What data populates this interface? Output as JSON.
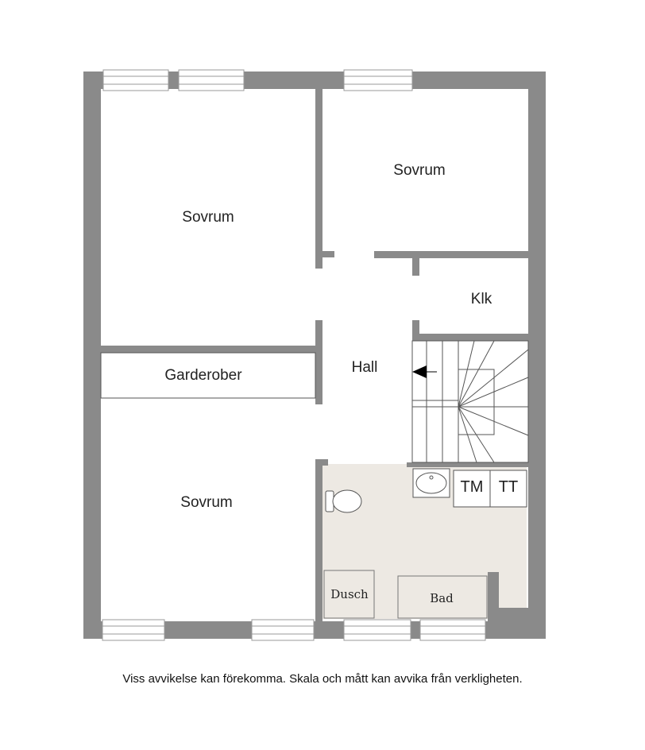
{
  "rooms": {
    "bedroom_left_top": "Sovrum",
    "bedroom_right_top": "Sovrum",
    "bedroom_left_bottom": "Sovrum",
    "closet": "Klk",
    "hall": "Hall",
    "wardrobes": "Garderober"
  },
  "bathroom": {
    "washing_machine": "TM",
    "dryer": "TT",
    "shower": "Dusch",
    "bathtub": "Bad"
  },
  "colors": {
    "wall": "#8a8a8a",
    "bathroom_floor": "#ede9e3",
    "window_frame": "#9a9a9a"
  },
  "disclaimer": "Viss avvikelse kan förekomma. Skala och mått kan avvika från verkligheten."
}
